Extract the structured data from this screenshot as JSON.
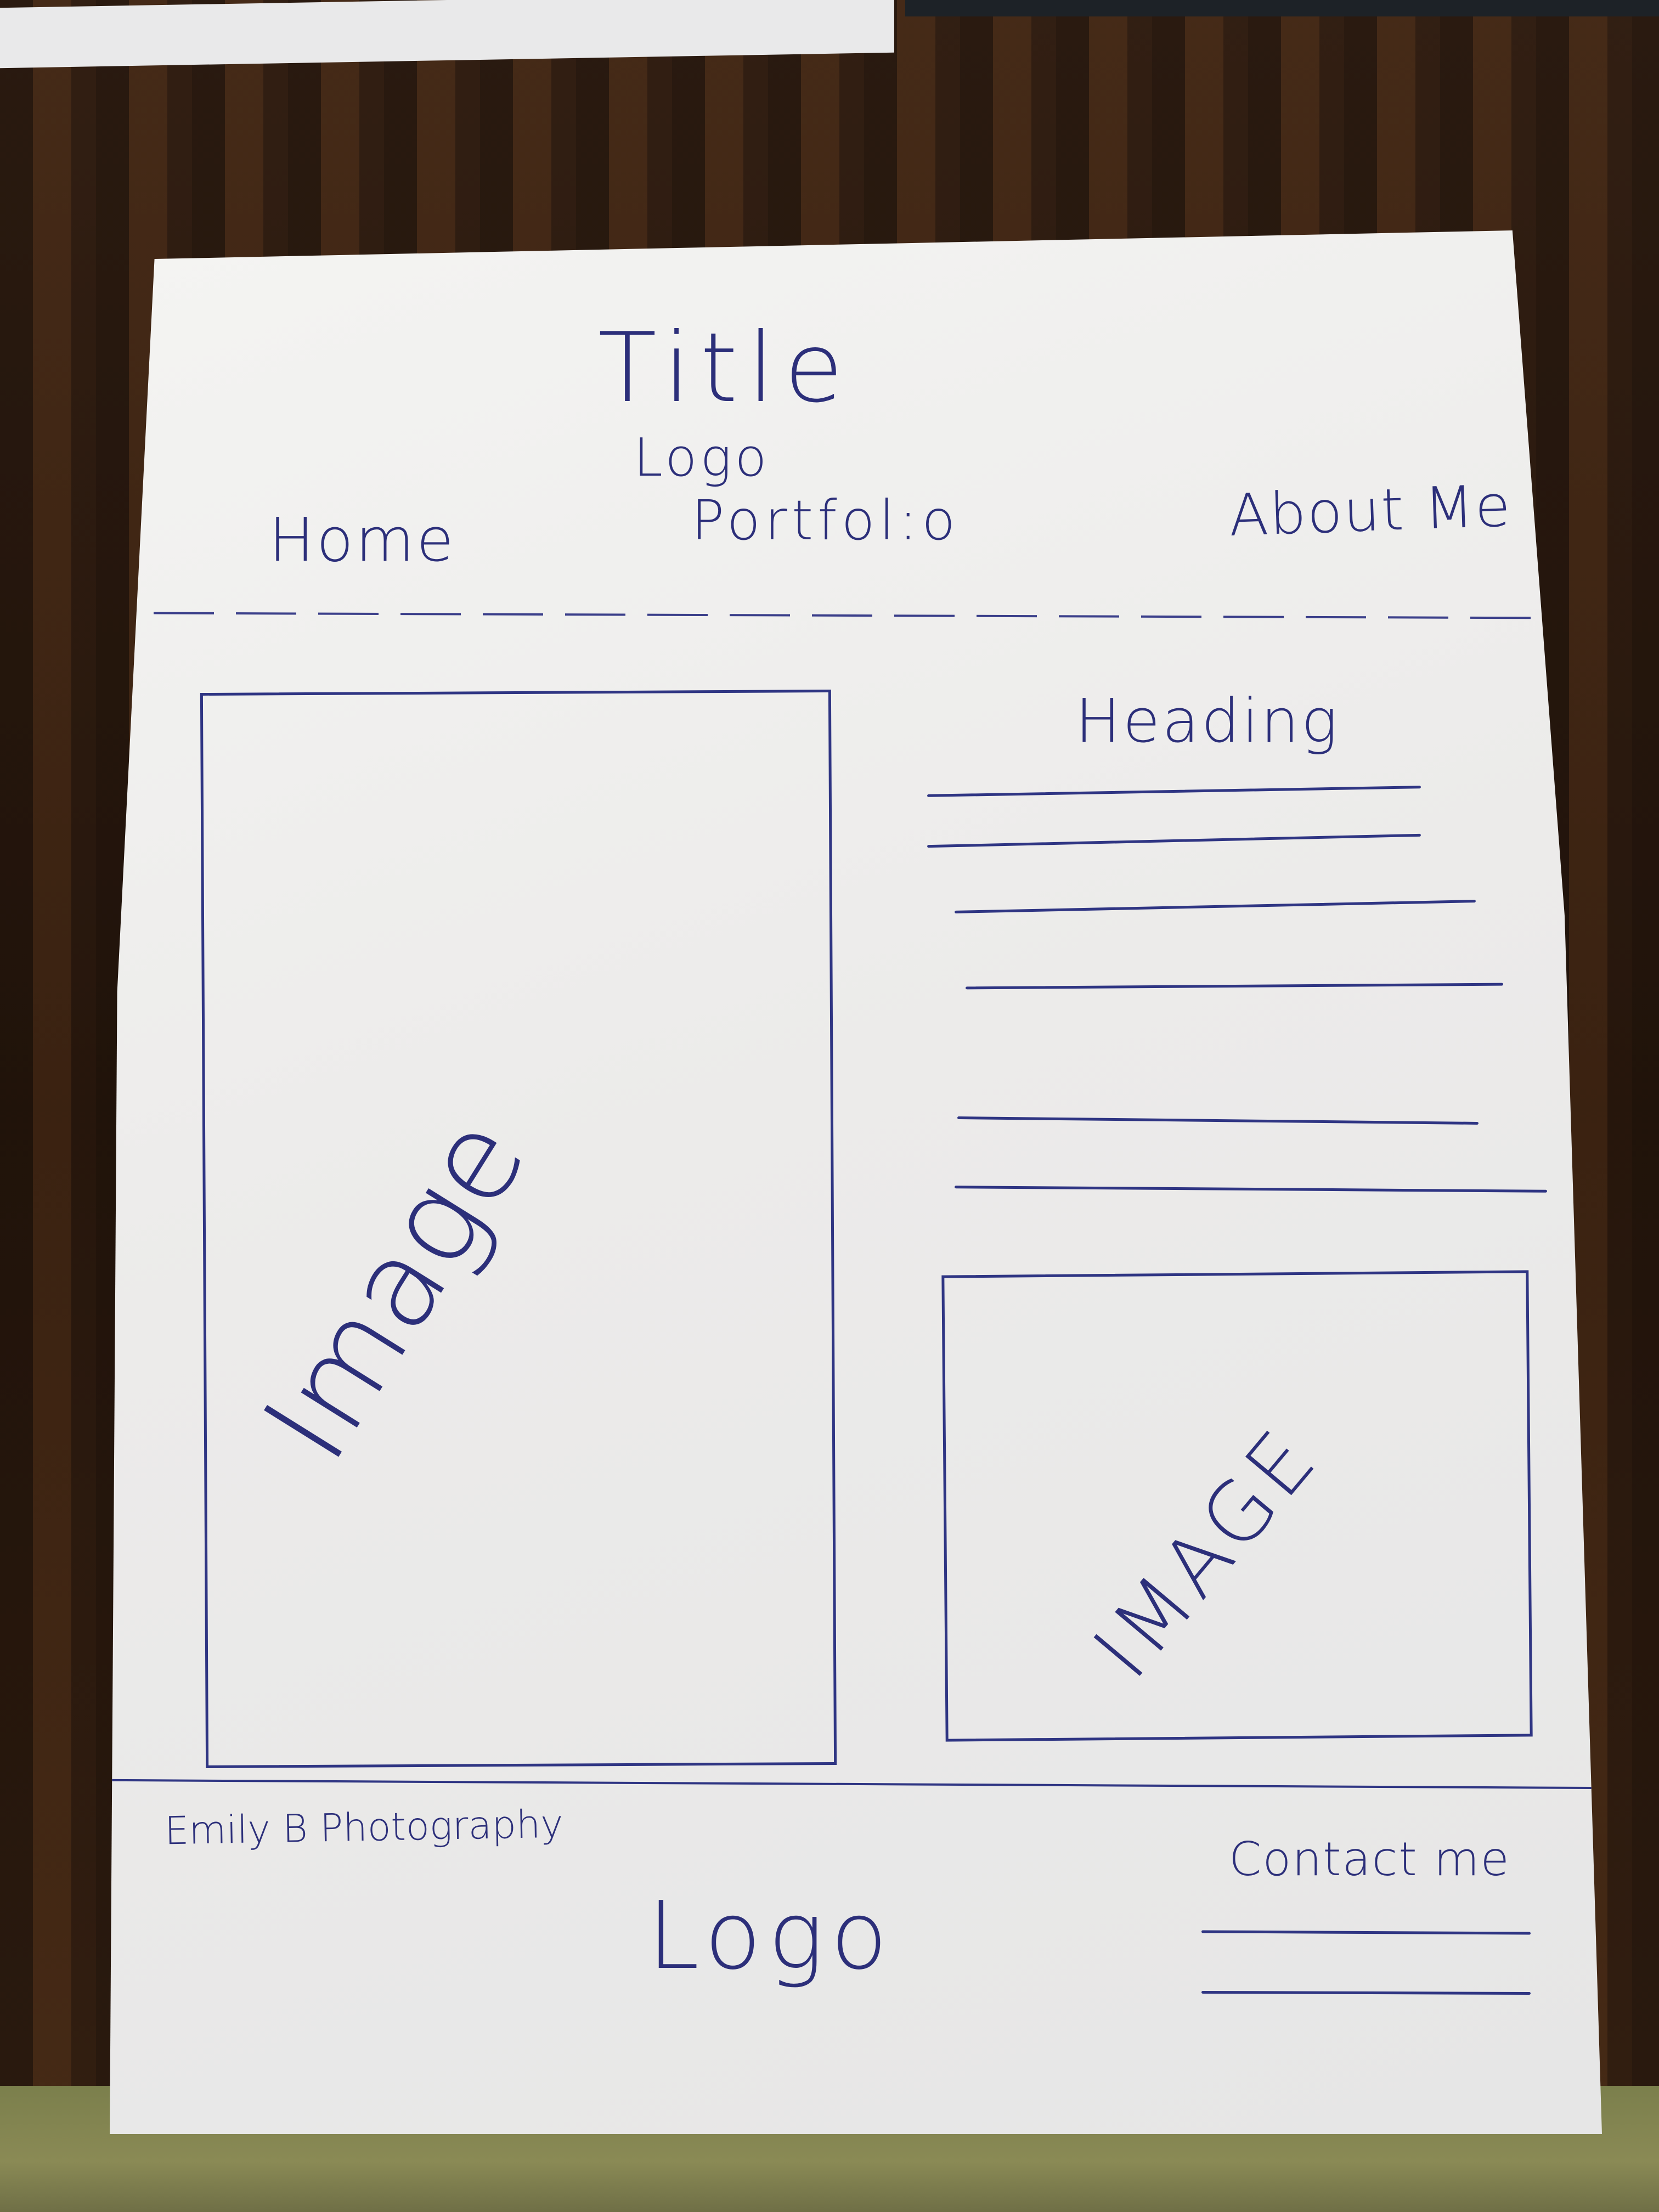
{
  "header": {
    "title": "Title",
    "logo": "Logo",
    "nav": [
      "Home",
      "Portfol:o",
      "About Me"
    ]
  },
  "main": {
    "left_image_label": "Image",
    "heading": "Heading",
    "right_image_label": "IMAGE"
  },
  "footer": {
    "brand": "Emily B Photography",
    "logo": "Logo",
    "contact": "Contact me"
  },
  "colors": {
    "ink": "#2f3583",
    "paper": "#efefed",
    "table": "#2b1a10"
  }
}
